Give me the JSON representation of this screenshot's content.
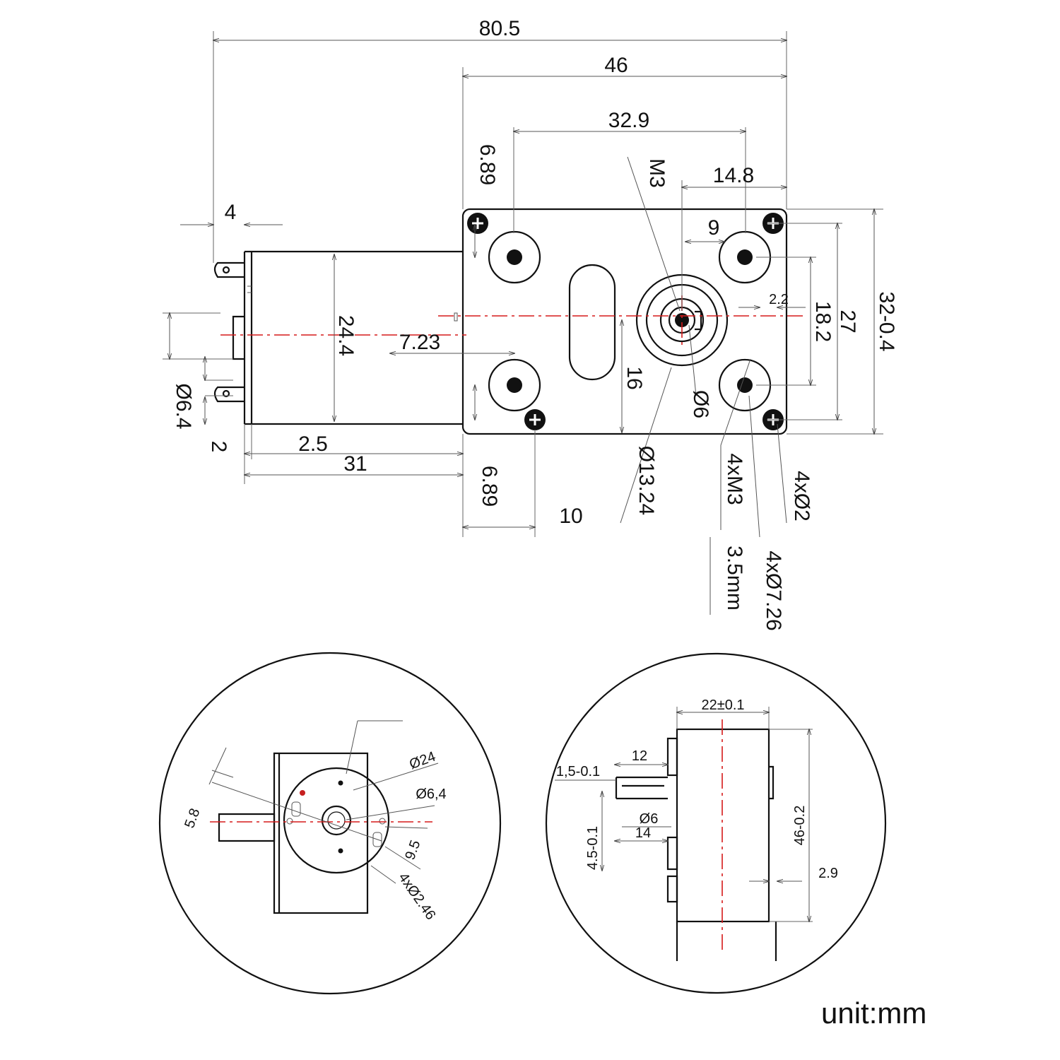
{
  "drawing": {
    "unit_label": "unit:mm",
    "main_view": {
      "overall_length": "80.5",
      "gearbox_length": "46",
      "mount_hole_spacing": "32.9",
      "output_shaft_offset": "14.8",
      "screw_thread": "M3",
      "hole_offset_top": "6.89",
      "hole_offset_bottom": "6.89",
      "terminal_width": "4",
      "hole_to_shaft": "9",
      "small_offset": "2.2",
      "hole_spacing_vertical": "18.2",
      "body_height_inner": "27",
      "body_height": "32-0.4",
      "motor_diameter": "24.4",
      "motor_offset": "7.23",
      "boss_to_slot": "16",
      "shaft_diameter": "Ø6",
      "boss_diameter": "Ø13.24",
      "hub_diameter": "Ø6.4",
      "terminal_gap": "2",
      "terminal_length": "2.5",
      "motor_length": "31",
      "edge_to_screw": "10",
      "mount_thread": "4xM3",
      "thread_depth": "3.5mm",
      "counterbore": "4xØ7.26",
      "pin_holes": "4xØ2"
    },
    "end_view": {
      "shaft_offset": "5.8",
      "can_diameter": "Ø24",
      "boss_diameter": "Ø6,4",
      "hole_spacing": "9.5",
      "mount_holes": "4xØ2.46"
    },
    "side_view": {
      "width": "22±0.1",
      "shaft_length": "12",
      "flat_depth": "1,5-0.1",
      "shaft_diameter": "Ø6",
      "shaft_total": "14",
      "flat_height": "4.5-0.1",
      "height": "46-0.2",
      "lip": "2.9"
    }
  }
}
